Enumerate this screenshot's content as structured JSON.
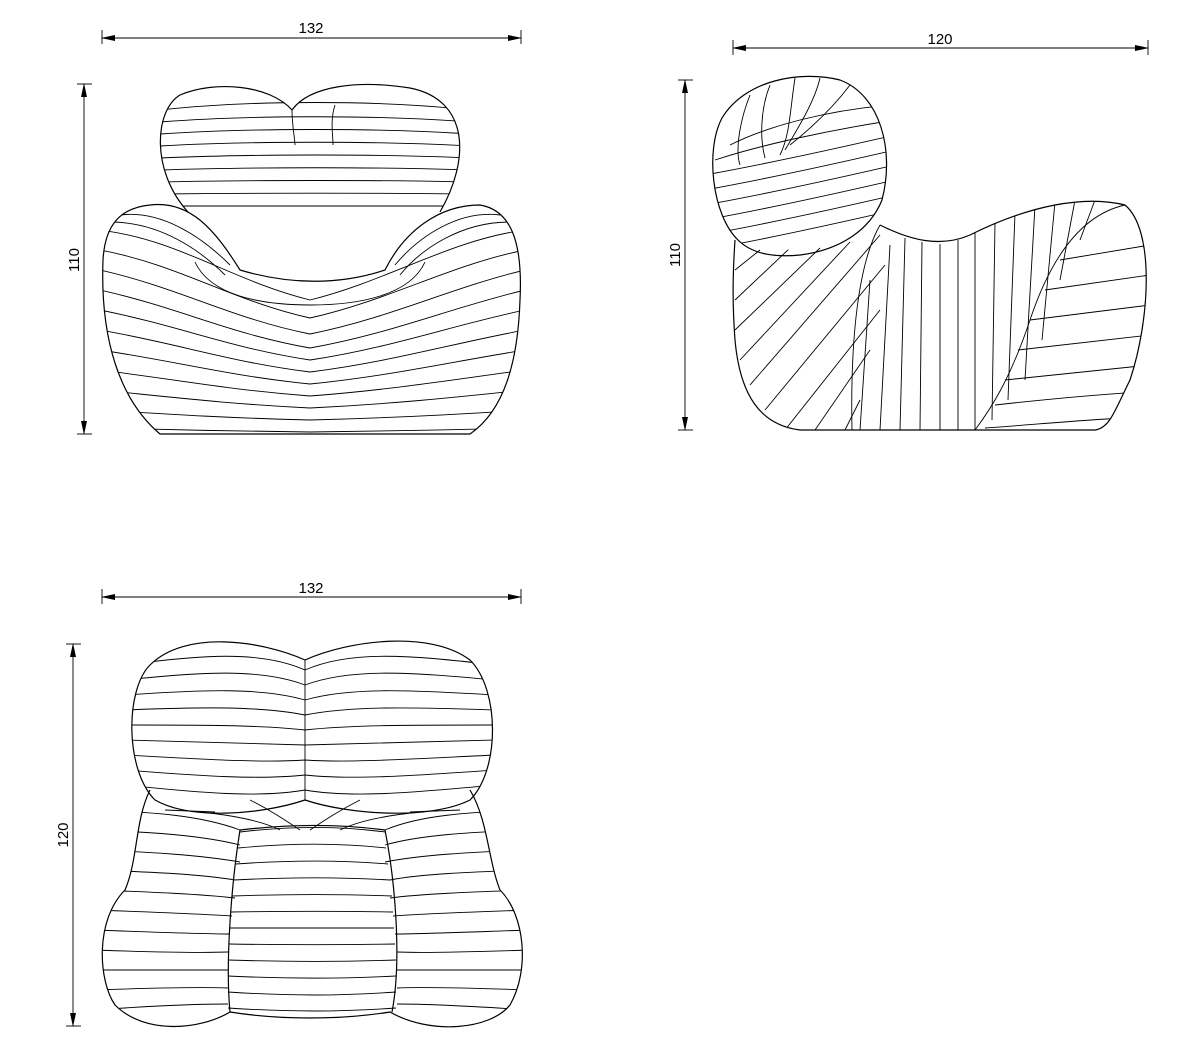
{
  "views": {
    "front": {
      "width_label": "132",
      "height_label": "110"
    },
    "side": {
      "width_label": "120",
      "height_label": "110"
    },
    "top": {
      "width_label": "132",
      "height_label": "120"
    }
  },
  "colors": {
    "line": "#000000",
    "background": "#ffffff"
  }
}
